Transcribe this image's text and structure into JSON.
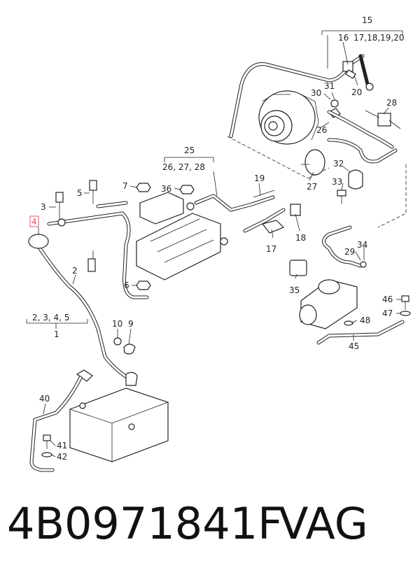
{
  "callouts": {
    "c15": "15",
    "c16": "16",
    "c17_20": "17,18,19,20",
    "c20": "20",
    "c31": "31",
    "c30": "30",
    "c28": "28",
    "c26": "26",
    "c25": "25",
    "c26_28": "26, 27, 28",
    "c32": "32",
    "c33": "33",
    "c27": "27",
    "c7": "7",
    "c36": "36",
    "c19": "19",
    "c5": "5",
    "c3": "3",
    "c4": "4",
    "c29": "29",
    "c34": "34",
    "c17": "17",
    "c18": "18",
    "c35": "35",
    "c2": "2",
    "c6": "6",
    "c46": "46",
    "c47": "47",
    "c2_5": "2, 3, 4, 5",
    "c1": "1",
    "c48": "48",
    "c45": "45",
    "c10": "10",
    "c9": "9",
    "c40": "40",
    "c41": "41",
    "c42": "42"
  },
  "highlight_color": "#e05a6a",
  "footer": {
    "part_number": "4B0971841F",
    "brand": "VAG"
  }
}
